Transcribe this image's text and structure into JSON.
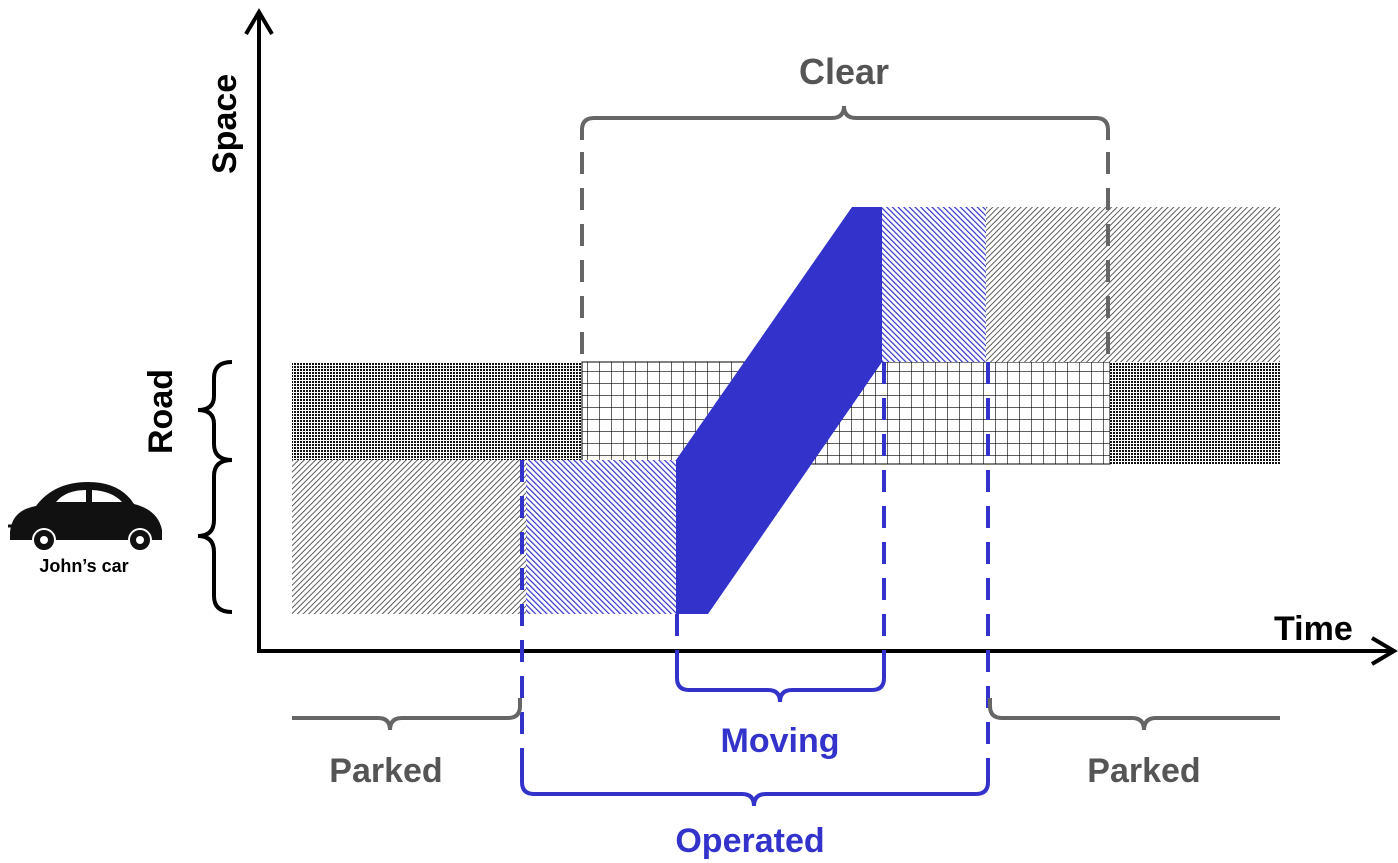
{
  "labels": {
    "y_axis": "Space",
    "x_axis": "Time",
    "road": "Road",
    "car": "John’s car",
    "clear": "Clear",
    "moving": "Moving",
    "operated": "Operated",
    "parked_left": "Parked",
    "parked_right": "Parked"
  },
  "colors": {
    "axis": "#000000",
    "gray_bracket": "#666666",
    "blue": "#3333cc",
    "road_dark": "#111111",
    "hatch": "#222222"
  },
  "icons": {
    "car": "vintage-beetle-car-icon"
  }
}
